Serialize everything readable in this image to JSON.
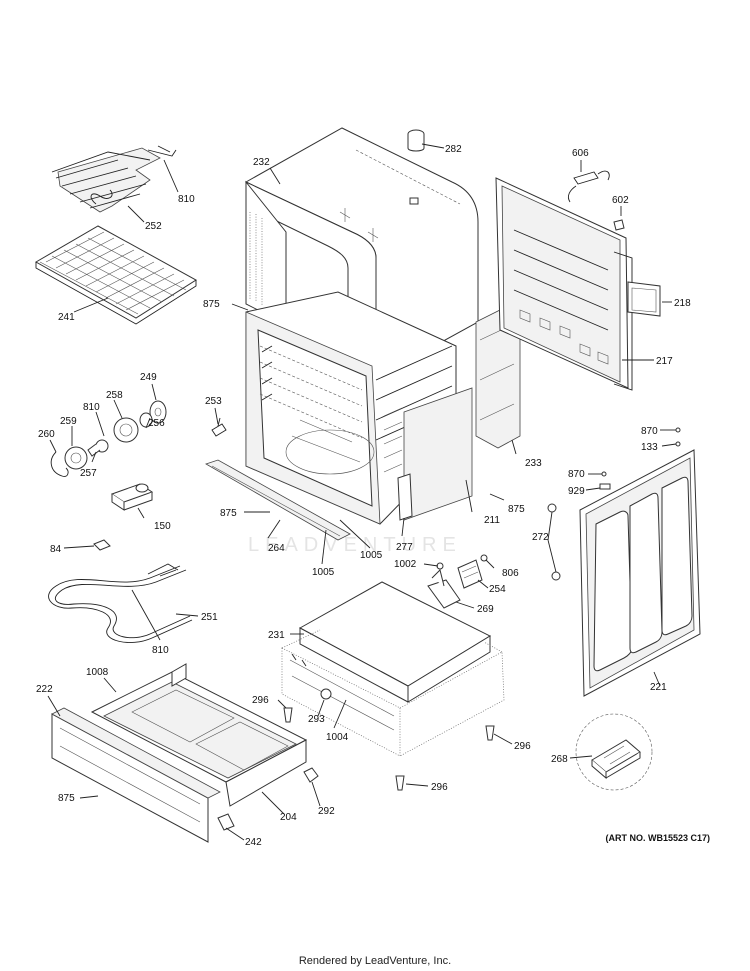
{
  "watermark": "LEADVENTURE",
  "art_number": "(ART NO. WB15523 C17)",
  "footer": "Rendered by LeadVenture, Inc.",
  "callouts": [
    {
      "id": "c-232",
      "label": "232"
    },
    {
      "id": "c-282",
      "label": "282"
    },
    {
      "id": "c-606",
      "label": "606"
    },
    {
      "id": "c-602",
      "label": "602"
    },
    {
      "id": "c-810a",
      "label": "810"
    },
    {
      "id": "c-252",
      "label": "252"
    },
    {
      "id": "c-241",
      "label": "241"
    },
    {
      "id": "c-875a",
      "label": "875"
    },
    {
      "id": "c-218",
      "label": "218"
    },
    {
      "id": "c-217",
      "label": "217"
    },
    {
      "id": "c-249",
      "label": "249"
    },
    {
      "id": "c-258",
      "label": "258"
    },
    {
      "id": "c-810b",
      "label": "810"
    },
    {
      "id": "c-259",
      "label": "259"
    },
    {
      "id": "c-260",
      "label": "260"
    },
    {
      "id": "c-256",
      "label": "256"
    },
    {
      "id": "c-257",
      "label": "257"
    },
    {
      "id": "c-253",
      "label": "253"
    },
    {
      "id": "c-233",
      "label": "233"
    },
    {
      "id": "c-870a",
      "label": "870"
    },
    {
      "id": "c-133",
      "label": "133"
    },
    {
      "id": "c-870b",
      "label": "870"
    },
    {
      "id": "c-929",
      "label": "929"
    },
    {
      "id": "c-150",
      "label": "150"
    },
    {
      "id": "c-875b",
      "label": "875"
    },
    {
      "id": "c-875c",
      "label": "875"
    },
    {
      "id": "c-211",
      "label": "211"
    },
    {
      "id": "c-272",
      "label": "272"
    },
    {
      "id": "c-84",
      "label": "84"
    },
    {
      "id": "c-264",
      "label": "264"
    },
    {
      "id": "c-1005a",
      "label": "1005"
    },
    {
      "id": "c-1005b",
      "label": "1005"
    },
    {
      "id": "c-277",
      "label": "277"
    },
    {
      "id": "c-1002",
      "label": "1002"
    },
    {
      "id": "c-806",
      "label": "806"
    },
    {
      "id": "c-254",
      "label": "254"
    },
    {
      "id": "c-269",
      "label": "269"
    },
    {
      "id": "c-251",
      "label": "251"
    },
    {
      "id": "c-810c",
      "label": "810"
    },
    {
      "id": "c-231",
      "label": "231"
    },
    {
      "id": "c-1008",
      "label": "1008"
    },
    {
      "id": "c-222",
      "label": "222"
    },
    {
      "id": "c-296a",
      "label": "296"
    },
    {
      "id": "c-293",
      "label": "293"
    },
    {
      "id": "c-1004",
      "label": "1004"
    },
    {
      "id": "c-296b",
      "label": "296"
    },
    {
      "id": "c-221",
      "label": "221"
    },
    {
      "id": "c-268",
      "label": "268"
    },
    {
      "id": "c-875d",
      "label": "875"
    },
    {
      "id": "c-292",
      "label": "292"
    },
    {
      "id": "c-204",
      "label": "204"
    },
    {
      "id": "c-296c",
      "label": "296"
    },
    {
      "id": "c-242",
      "label": "242"
    }
  ]
}
